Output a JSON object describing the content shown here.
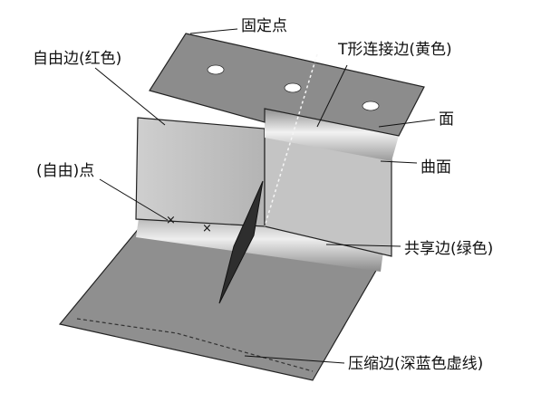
{
  "labels": {
    "fixed_point": "固定点",
    "free_edge": "自由边(红色)",
    "t_edge": "T形连接边(黄色)",
    "face": "面",
    "free_point": "(自由)点",
    "curved_face": "曲面",
    "shared_edge": "共享边(绿色)",
    "compressed_edge": "压缩边(深蓝色虚线)"
  }
}
